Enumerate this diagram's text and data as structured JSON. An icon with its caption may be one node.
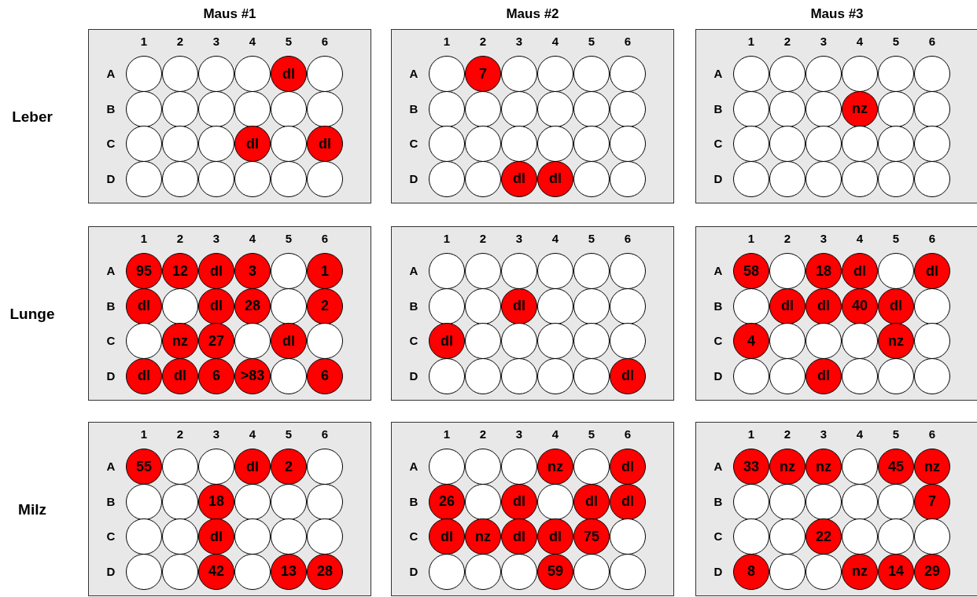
{
  "diagram": {
    "nodes": [
      {
        "text": [
          "1",
          "2",
          "3",
          "4",
          "5",
          "6",
          "A",
          "B",
          "C",
          "D"
        ]
      },
      {
        "text": [],
        "shape": "circle",
        "in": 0
      },
      {
        "text": [],
        "shape": "circle",
        "in": 0
      },
      {
        "text": [],
        "shape": "circle",
        "in": 0
      },
      {
        "text": [],
        "shape": "circle",
        "in": 0
      },
      {
        "text": [
          "dl"
        ],
        "in": 0
      },
      {
        "text": [],
        "shape": "circle",
        "in": 0
      },
      {
        "text": [],
        "shape": "circle",
        "in": 0
      },
      {
        "text": [],
        "shape": "circle",
        "in": 0
      },
      {
        "text": [],
        "shape": "circle",
        "in": 0
      },
      {
        "text": [],
        "shape": "circle",
        "in": 0
      },
      {
        "text": [],
        "shape": "circle",
        "in": 0
      },
      {
        "text": [],
        "shape": "circle",
        "in": 0
      },
      {
        "text": [],
        "shape": "circle",
        "in": 0
      },
      {
        "text": [],
        "shape": "circle",
        "in": 0
      },
      {
        "text": [],
        "shape": "circle",
        "in": 0
      },
      {
        "text": [
          "dl"
        ],
        "in": 0
      },
      {
        "text": [],
        "shape": "circle",
        "in": 0
      },
      {
        "text": [
          "dl"
        ],
        "in": 0
      },
      {
        "text": [],
        "shape": "circle",
        "in": 0
      },
      {
        "text": [],
        "shape": "circle",
        "in": 0
      },
      {
        "text": [],
        "shape": "circle",
        "in": 0
      },
      {
        "text": [],
        "shape": "circle",
        "in": 0
      },
      {
        "text": [],
        "shape": "circle",
        "in": 0
      },
      {
        "text": [],
        "shape": "circle",
        "in": 0
      },
      {
        "text": [
          "1",
          "2",
          "3",
          "4",
          "5",
          "6",
          "A",
          "B",
          "C",
          "D"
        ]
      },
      {
        "text": [],
        "shape": "circle",
        "in": 25
      },
      {
        "text": [
          "7"
        ],
        "in": 25
      },
      {
        "text": [],
        "shape": "circle",
        "in": 25
      },
      {
        "text": [],
        "shape": "circle",
        "in": 25
      },
      {
        "text": [],
        "shape": "circle",
        "in": 25
      },
      {
        "text": [],
        "shape": "circle",
        "in": 25
      },
      {
        "text": [],
        "shape": "circle",
        "in": 25
      },
      {
        "text": [],
        "shape": "circle",
        "in": 25
      },
      {
        "text": [],
        "shape": "circle",
        "in": 25
      },
      {
        "text": [],
        "shape": "circle",
        "in": 25
      },
      {
        "text": [],
        "shape": "circle",
        "in": 25
      },
      {
        "text": [],
        "shape": "circle",
        "in": 25
      },
      {
        "text": [],
        "shape": "circle",
        "in": 25
      },
      {
        "text": [],
        "shape": "circle",
        "in": 25
      },
      {
        "text": [],
        "shape": "circle",
        "in": 25
      },
      {
        "text": [],
        "shape": "circle",
        "in": 25
      },
      {
        "text": [],
        "shape": "circle",
        "in": 25
      },
      {
        "text": [],
        "shape": "circle",
        "in": 25
      },
      {
        "text": [],
        "shape": "circle",
        "in": 25
      },
      {
        "text": [],
        "shape": "circle",
        "in": 25
      },
      {
        "text": [
          "dl"
        ],
        "in": 25
      },
      {
        "text": [
          "dl"
        ],
        "in": 25
      },
      {
        "text": [],
        "shape": "circle",
        "in": 25
      },
      {
        "text": [],
        "shape": "circle",
        "in": 25
      },
      {
        "text": [
          "1",
          "2",
          "3",
          "4",
          "5",
          "6",
          "A",
          "B",
          "C",
          "D"
        ]
      },
      {
        "text": [],
        "shape": "circle",
        "in": 50
      },
      {
        "text": [],
        "shape": "circle",
        "in": 50
      },
      {
        "text": [],
        "shape": "circle",
        "in": 50
      },
      {
        "text": [],
        "shape": "circle",
        "in": 50
      },
      {
        "text": [],
        "shape": "circle",
        "in": 50
      },
      {
        "text": [],
        "shape": "circle",
        "in": 50
      },
      {
        "text": [],
        "shape": "circle",
        "in": 50
      },
      {
        "text": [],
        "shape": "circle",
        "in": 50
      },
      {
        "text": [],
        "shape": "circle",
        "in": 50
      },
      {
        "text": [
          "nz"
        ],
        "in": 50
      },
      {
        "text": [],
        "shape": "circle",
        "in": 50
      },
      {
        "text": [],
        "shape": "circle",
        "in": 50
      },
      {
        "text": [],
        "shape": "circle",
        "in": 50
      },
      {
        "text": [],
        "shape": "circle",
        "in": 50
      },
      {
        "text": [],
        "shape": "circle",
        "in": 50
      },
      {
        "text": [],
        "shape": "circle",
        "in": 50
      },
      {
        "text": [],
        "shape": "circle",
        "in": 50
      },
      {
        "text": [],
        "shape": "circle",
        "in": 50
      },
      {
        "text": [],
        "shape": "circle",
        "in": 50
      },
      {
        "text": [],
        "shape": "circle",
        "in": 50
      },
      {
        "text": [],
        "shape": "circle",
        "in": 50
      },
      {
        "text": [],
        "shape": "circle",
        "in": 50
      },
      {
        "text": [],
        "shape": "circle",
        "in": 50
      },
      {
        "text": [],
        "shape": "circle",
        "in": 50
      },
      {
        "text": [
          "1",
          "2",
          "3",
          "4",
          "5",
          "6",
          "A",
          "B",
          "C",
          "D"
        ]
      },
      {
        "text": [
          "95"
        ],
        "in": 75
      },
      {
        "text": [
          "12"
        ],
        "in": 75
      },
      {
        "text": [
          "dl"
        ],
        "in": 75
      },
      {
        "text": [
          "3"
        ],
        "in": 75
      },
      {
        "text": [],
        "shape": "circle",
        "in": 75
      },
      {
        "text": [
          "1"
        ],
        "in": 75
      },
      {
        "text": [
          "dl"
        ],
        "in": 75
      },
      {
        "text": [],
        "shape": "circle",
        "in": 75
      },
      {
        "text": [
          "dl"
        ],
        "in": 75
      },
      {
        "text": [
          "28"
        ],
        "in": 75
      },
      {
        "text": [],
        "shape": "circle",
        "in": 75
      },
      {
        "text": [
          "2"
        ],
        "in": 75
      },
      {
        "text": [],
        "shape": "circle",
        "in": 75
      },
      {
        "text": [
          "nz"
        ],
        "in": 75
      },
      {
        "text": [
          "27"
        ],
        "in": 75
      },
      {
        "text": [],
        "shape": "circle",
        "in": 75
      },
      {
        "text": [
          "dl"
        ],
        "in": 75
      },
      {
        "text": [],
        "shape": "circle",
        "in": 75
      },
      {
        "text": [
          "dl"
        ],
        "in": 75
      },
      {
        "text": [
          "dl"
        ],
        "in": 75
      },
      {
        "text": [
          "6"
        ],
        "in": 75
      },
      {
        "text": [
          ">83"
        ],
        "in": 75
      },
      {
        "text": [],
        "shape": "circle",
        "in": 75
      },
      {
        "text": [
          "6"
        ],
        "in": 75
      },
      {
        "text": [
          "1",
          "2",
          "3",
          "4",
          "5",
          "6",
          "A",
          "B",
          "C",
          "D"
        ]
      },
      {
        "text": [],
        "shape": "circle",
        "in": 100
      },
      {
        "text": [],
        "shape": "circle",
        "in": 100
      },
      {
        "text": [],
        "shape": "circle",
        "in": 100
      },
      {
        "text": [],
        "shape": "circle",
        "in": 100
      },
      {
        "text": [],
        "shape": "circle",
        "in": 100
      },
      {
        "text": [],
        "shape": "circle",
        "in": 100
      },
      {
        "text": [],
        "shape": "circle",
        "in": 100
      },
      {
        "text": [],
        "shape": "circle",
        "in": 100
      },
      {
        "text": [
          "dl"
        ],
        "in": 100
      },
      {
        "text": [],
        "shape": "circle",
        "in": 100
      },
      {
        "text": [],
        "shape": "circle",
        "in": 100
      },
      {
        "text": [],
        "shape": "circle",
        "in": 100
      },
      {
        "text": [
          "dl"
        ],
        "in": 100
      },
      {
        "text": [],
        "shape": "circle",
        "in": 100
      },
      {
        "text": [],
        "shape": "circle",
        "in": 100
      },
      {
        "text": [],
        "shape": "circle",
        "in": 100
      },
      {
        "text": [],
        "shape": "circle",
        "in": 100
      },
      {
        "text": [],
        "shape": "circle",
        "in": 100
      },
      {
        "text": [],
        "shape": "circle",
        "in": 100
      },
      {
        "text": [],
        "shape": "circle",
        "in": 100
      },
      {
        "text": [],
        "shape": "circle",
        "in": 100
      },
      {
        "text": [],
        "shape": "circle",
        "in": 100
      },
      {
        "text": [],
        "shape": "circle",
        "in": 100
      },
      {
        "text": [
          "dl"
        ],
        "in": 100
      },
      {
        "text": [
          "1",
          "2",
          "3",
          "4",
          "5",
          "6",
          "A",
          "B",
          "C",
          "D"
        ]
      },
      {
        "text": [
          "58"
        ],
        "in": 125
      },
      {
        "text": [],
        "shape": "circle",
        "in": 125
      },
      {
        "text": [
          "18"
        ],
        "in": 125
      },
      {
        "text": [
          "dl"
        ],
        "in": 125
      },
      {
        "text": [],
        "shape": "circle",
        "in": 125
      },
      {
        "text": [
          "dl"
        ],
        "in": 125
      },
      {
        "text": [],
        "shape": "circle",
        "in": 125
      },
      {
        "text": [
          "dl"
        ],
        "in": 125
      },
      {
        "text": [
          "dl"
        ],
        "in": 125
      },
      {
        "text": [
          "40"
        ],
        "in": 125
      },
      {
        "text": [
          "dl"
        ],
        "in": 125
      },
      {
        "text": [],
        "shape": "circle",
        "in": 125
      },
      {
        "text": [
          "4"
        ],
        "in": 125
      },
      {
        "text": [],
        "shape": "circle",
        "in": 125
      },
      {
        "text": [],
        "shape": "circle",
        "in": 125
      },
      {
        "text": [],
        "shape": "circle",
        "in": 125
      },
      {
        "text": [
          "nz"
        ],
        "in": 125
      },
      {
        "text": [],
        "shape": "circle",
        "in": 125
      },
      {
        "text": [],
        "shape": "circle",
        "in": 125
      },
      {
        "text": [],
        "shape": "circle",
        "in": 125
      },
      {
        "text": [
          "dl"
        ],
        "in": 125
      },
      {
        "text": [],
        "shape": "circle",
        "in": 125
      },
      {
        "text": [],
        "shape": "circle",
        "in": 125
      },
      {
        "text": [],
        "shape": "circle",
        "in": 125
      },
      {
        "text": [
          "1",
          "2",
          "3",
          "4",
          "5",
          "6",
          "A",
          "B",
          "C",
          "D"
        ]
      },
      {
        "text": [
          "55"
        ],
        "in": 150
      },
      {
        "text": [],
        "shape": "circle",
        "in": 150
      },
      {
        "text": [],
        "shape": "circle",
        "in": 150
      },
      {
        "text": [
          "dl"
        ],
        "in": 150
      },
      {
        "text": [
          "2"
        ],
        "in": 150
      },
      {
        "text": [],
        "shape": "circle",
        "in": 150
      },
      {
        "text": [],
        "shape": "circle",
        "in": 150
      },
      {
        "text": [],
        "shape": "circle",
        "in": 150
      },
      {
        "text": [
          "18"
        ],
        "in": 150
      },
      {
        "text": [],
        "shape": "circle",
        "in": 150
      },
      {
        "text": [],
        "shape": "circle",
        "in": 150
      },
      {
        "text": [],
        "shape": "circle",
        "in": 150
      },
      {
        "text": [],
        "shape": "circle",
        "in": 150
      },
      {
        "text": [],
        "shape": "circle",
        "in": 150
      },
      {
        "text": [
          "dl"
        ],
        "in": 150
      },
      {
        "text": [],
        "shape": "circle",
        "in": 150
      },
      {
        "text": [],
        "shape": "circle",
        "in": 150
      },
      {
        "text": [],
        "shape": "circle",
        "in": 150
      },
      {
        "text": [],
        "shape": "circle",
        "in": 150
      },
      {
        "text": [],
        "shape": "circle",
        "in": 150
      },
      {
        "text": [
          "42"
        ],
        "in": 150
      },
      {
        "text": [],
        "shape": "circle",
        "in": 150
      },
      {
        "text": [
          "13"
        ],
        "in": 150
      },
      {
        "text": [
          "28"
        ],
        "in": 150
      },
      {
        "text": [
          "1",
          "2",
          "3",
          "4",
          "5",
          "6",
          "A",
          "B",
          "C",
          "D"
        ]
      },
      {
        "text": [],
        "shape": "circle",
        "in": 175
      },
      {
        "text": [],
        "shape": "circle",
        "in": 175
      },
      {
        "text": [],
        "shape": "circle",
        "in": 175
      },
      {
        "text": [
          "nz"
        ],
        "in": 175
      },
      {
        "text": [],
        "shape": "circle",
        "in": 175
      },
      {
        "text": [
          "dl"
        ],
        "in": 175
      },
      {
        "text": [
          "26"
        ],
        "in": 175
      },
      {
        "text": [],
        "shape": "circle",
        "in": 175
      },
      {
        "text": [
          "dl"
        ],
        "in": 175
      },
      {
        "text": [],
        "shape": "circle",
        "in": 175
      },
      {
        "text": [
          "dl"
        ],
        "in": 175
      },
      {
        "text": [
          "dl"
        ],
        "in": 175
      },
      {
        "text": [
          "dl"
        ],
        "in": 175
      },
      {
        "text": [
          "nz"
        ],
        "in": 175
      },
      {
        "text": [
          "dl"
        ],
        "in": 175
      },
      {
        "text": [
          "dl"
        ],
        "in": 175
      },
      {
        "text": [
          "75"
        ],
        "in": 175
      },
      {
        "text": [],
        "shape": "circle",
        "in": 175
      },
      {
        "text": [],
        "shape": "circle",
        "in": 175
      },
      {
        "text": [],
        "shape": "circle",
        "in": 175
      },
      {
        "text": [],
        "shape": "circle",
        "in": 175
      },
      {
        "text": [
          "59"
        ],
        "in": 175
      },
      {
        "text": [],
        "shape": "circle",
        "in": 175
      },
      {
        "text": [],
        "shape": "circle",
        "in": 175
      },
      {
        "text": [
          "1",
          "2",
          "3",
          "4",
          "5",
          "6",
          "A",
          "B",
          "C",
          "D"
        ]
      },
      {
        "text": [
          "33"
        ],
        "in": 200
      },
      {
        "text": [
          "nz"
        ],
        "in": 200
      },
      {
        "text": [
          "nz"
        ],
        "in": 200
      },
      {
        "text": [],
        "shape": "circle",
        "in": 200
      },
      {
        "text": [
          "45"
        ],
        "in": 200
      },
      {
        "text": [
          "nz"
        ],
        "in": 200
      },
      {
        "text": [],
        "shape": "circle",
        "in": 200
      },
      {
        "text": [],
        "shape": "circle",
        "in": 200
      },
      {
        "text": [],
        "shape": "circle",
        "in": 200
      },
      {
        "text": [],
        "shape": "circle",
        "in": 200
      },
      {
        "text": [],
        "shape": "circle",
        "in": 200
      },
      {
        "text": [
          "7"
        ],
        "in": 200
      },
      {
        "text": [],
        "shape": "circle",
        "in": 200
      },
      {
        "text": [],
        "shape": "circle",
        "in": 200
      },
      {
        "text": [
          "22"
        ],
        "in": 200
      },
      {
        "text": [],
        "shape": "circle",
        "in": 200
      },
      {
        "text": [],
        "shape": "circle",
        "in": 200
      },
      {
        "text": [],
        "shape": "circle",
        "in": 200
      },
      {
        "text": [
          "8"
        ],
        "in": 200
      },
      {
        "text": [],
        "shape": "circle",
        "in": 200
      },
      {
        "text": [],
        "shape": "circle",
        "in": 200
      },
      {
        "text": [
          "nz"
        ],
        "in": 200
      },
      {
        "text": [
          "14"
        ],
        "in": 200
      },
      {
        "text": [
          "29"
        ],
        "in": 200
      }
    ],
    "labels": [
      "Maus #1",
      "Maus #2",
      "Maus #3",
      "Leber",
      "Lunge",
      "Milz"
    ]
  }
}
